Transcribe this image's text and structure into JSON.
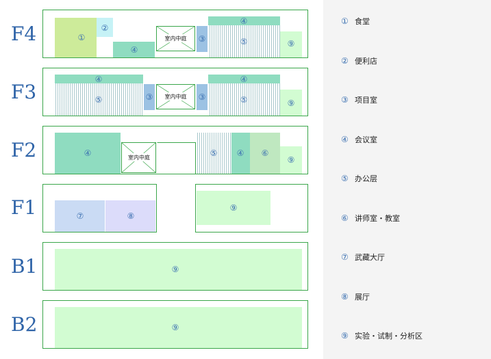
{
  "floors": [
    {
      "key": "F4",
      "label": "F4"
    },
    {
      "key": "F3",
      "label": "F3"
    },
    {
      "key": "F2",
      "label": "F2"
    },
    {
      "key": "F1",
      "label": "F1"
    },
    {
      "key": "B1",
      "label": "B1"
    },
    {
      "key": "B2",
      "label": "B2"
    }
  ],
  "courtyard_label": "室内中庭",
  "legend": [
    {
      "num": "①",
      "label": "食堂"
    },
    {
      "num": "②",
      "label": "便利店"
    },
    {
      "num": "③",
      "label": "项目室"
    },
    {
      "num": "④",
      "label": "会议室"
    },
    {
      "num": "⑤",
      "label": "办公层"
    },
    {
      "num": "⑥",
      "label": "讲师室・教室"
    },
    {
      "num": "⑦",
      "label": "武藏大厅"
    },
    {
      "num": "⑧",
      "label": "展厅"
    },
    {
      "num": "⑨",
      "label": "实验・试制・分析区"
    }
  ],
  "colors": {
    "outline": "#3aa64a",
    "dining": "#cdeb9a",
    "convenience": "#c6f2f6",
    "project": "#9cc2e3",
    "meeting": "#8fdcc0",
    "office_stripe": "#a9c8cc",
    "instructor": "#bfe8c0",
    "hall": "#cadbf4",
    "exhibition": "#dcdcfa",
    "lab": "#d2fcd2",
    "legend_bg": "#f4f4f4",
    "label_blue": "#2f64a8"
  }
}
